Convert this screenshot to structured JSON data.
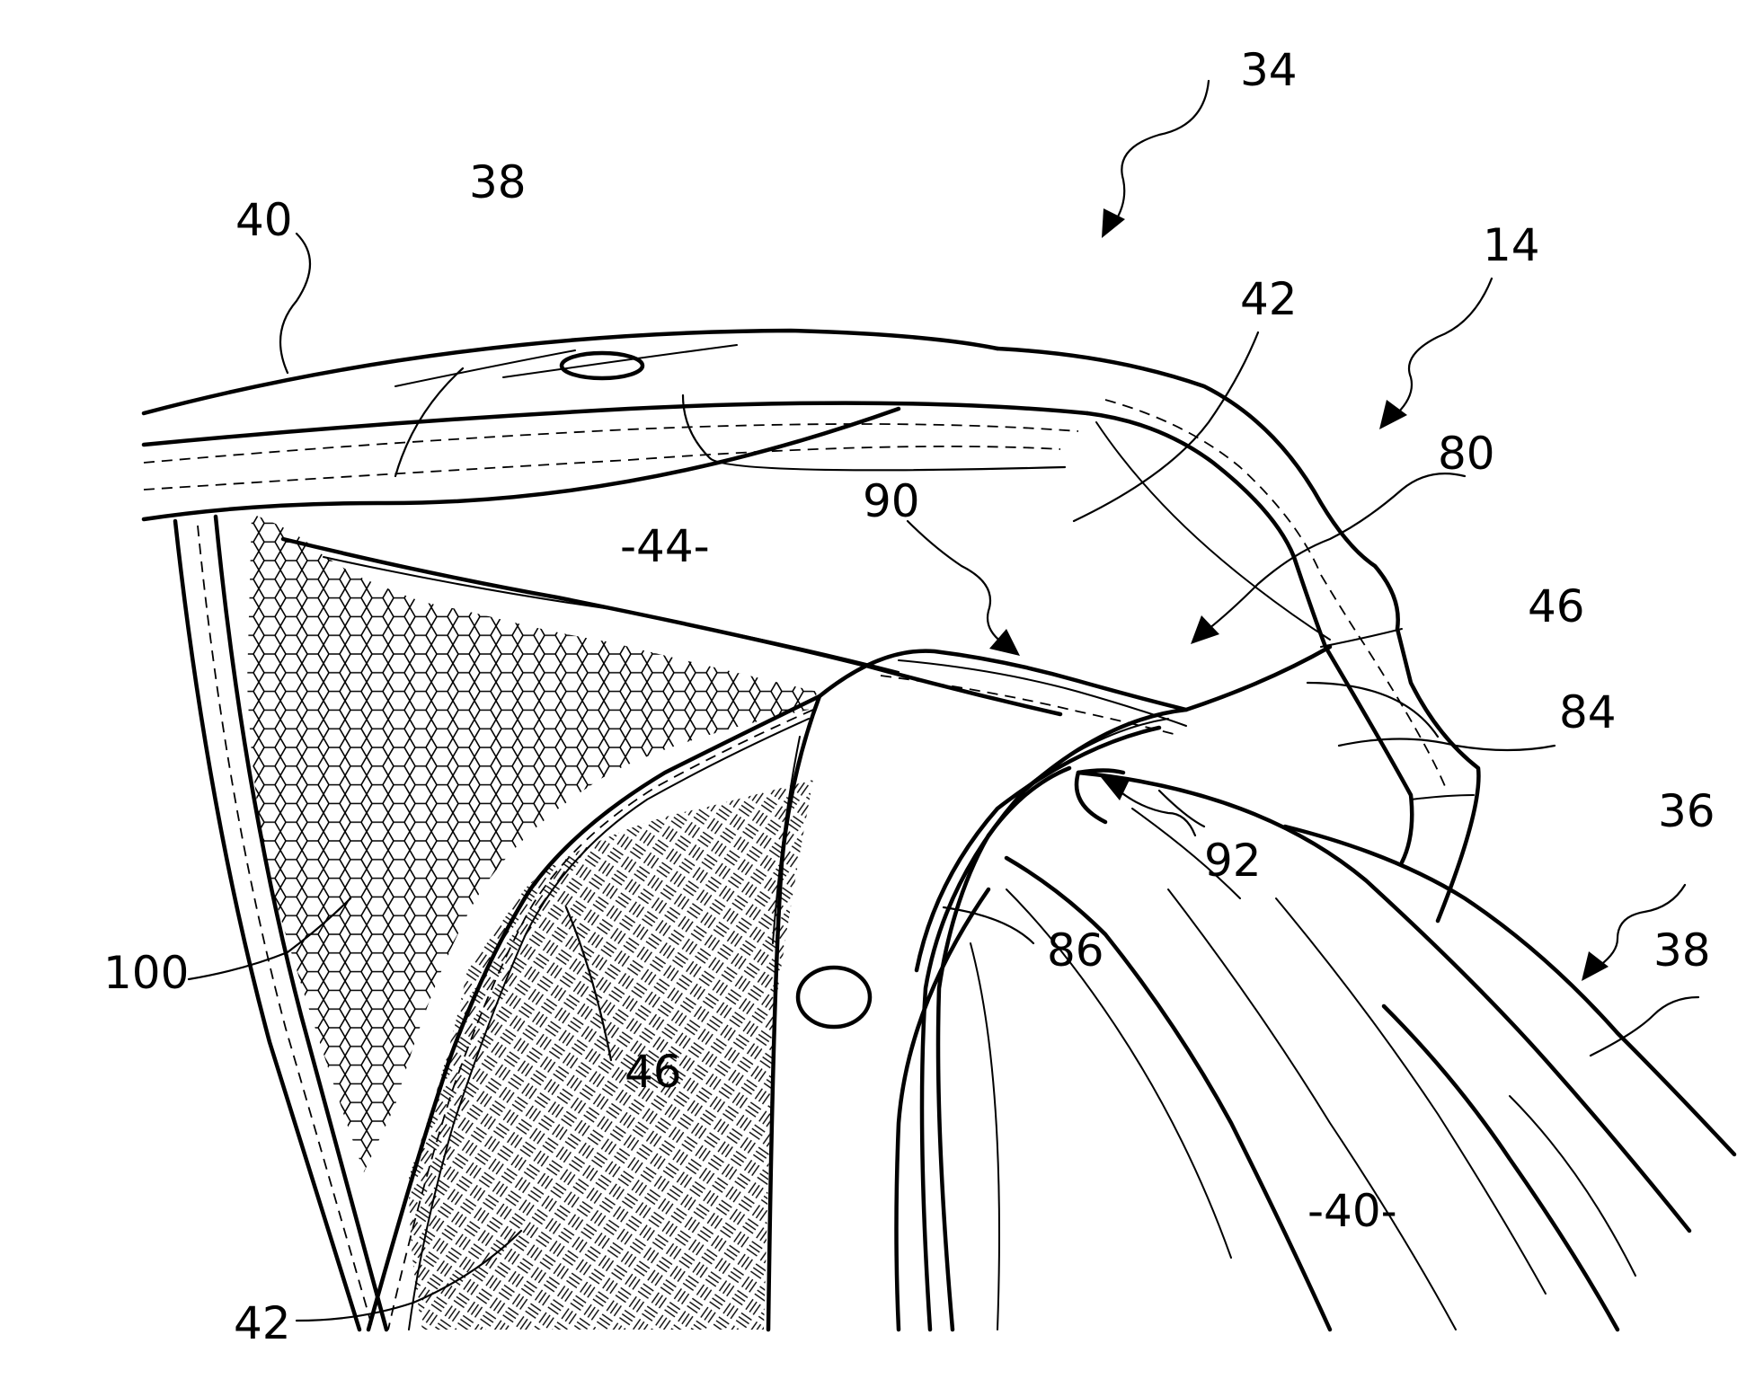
{
  "labels": {
    "r34": "34",
    "r38_top": "38",
    "r40_top": "40",
    "r14": "14",
    "r42_top": "42",
    "r80": "80",
    "r90": "90",
    "r44": "-44-",
    "r46_right": "46",
    "r84": "84",
    "r36": "36",
    "r92": "92",
    "r86": "86",
    "r38_right": "38",
    "r100": "100",
    "r46_center": "46",
    "r40_bottom": "-40-",
    "r42_bottom": "42"
  },
  "patterns": {
    "upper_left_panel": "hexagon-mesh",
    "lower_left_panel": "herringbone-weave"
  }
}
